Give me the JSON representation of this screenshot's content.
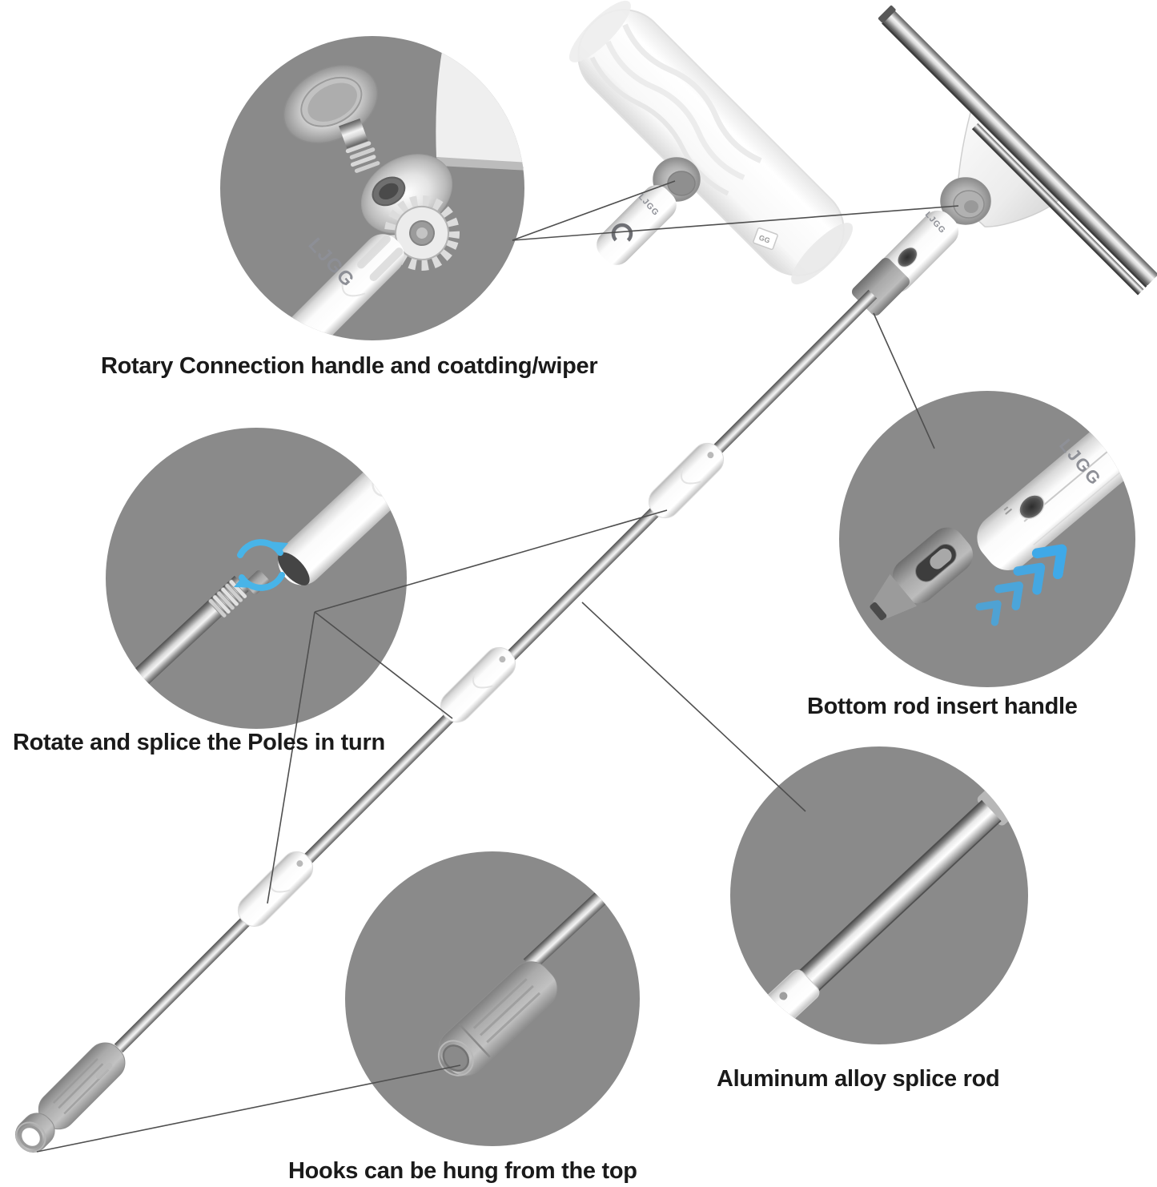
{
  "colors": {
    "background": "#ffffff",
    "inset_circle": "#8a8a8a",
    "label_text": "#1a1a1a",
    "callout_line": "#4f4f4f",
    "arrow_blue": "#3fa9e8"
  },
  "brand": "LJGG",
  "tag": "GG",
  "annotations": {
    "rotary": "Rotary Connection handle and coatding/wiper",
    "splice": "Rotate and splice the Poles in turn",
    "bottom_rod": "Bottom rod insert handle",
    "aluminum": "Aluminum alloy splice rod",
    "hooks": "Hooks can be hung from the top"
  }
}
